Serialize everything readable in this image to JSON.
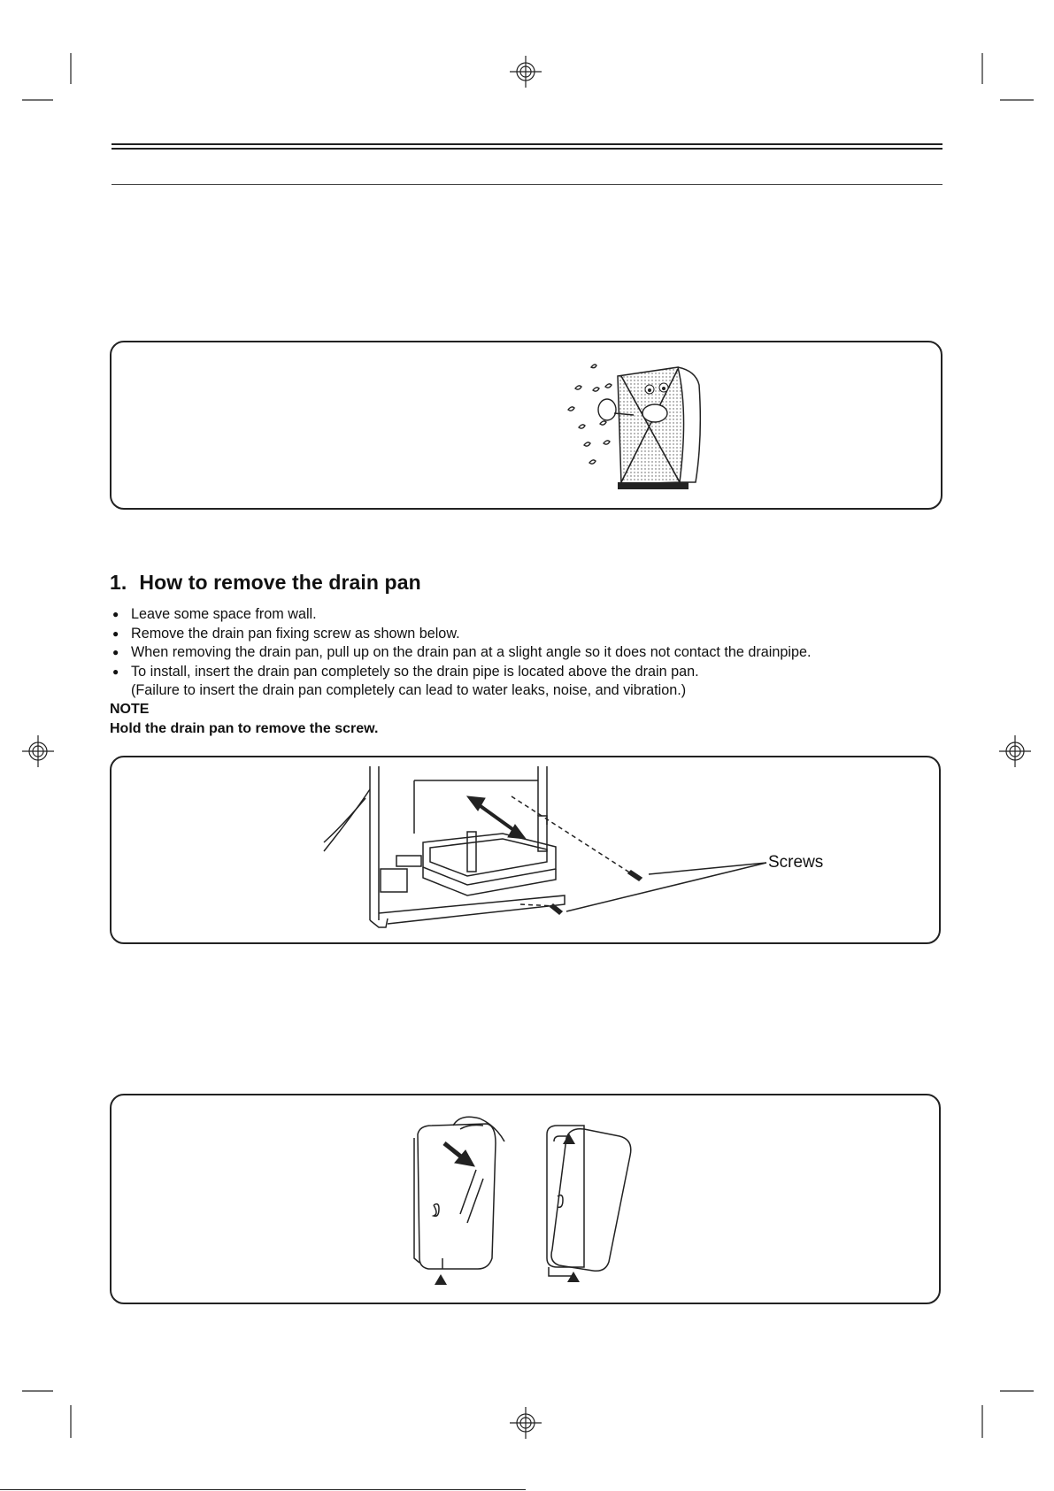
{
  "section": {
    "number": "1.",
    "title": "How to remove the drain pan",
    "bullets": [
      "Leave some space from wall.",
      "Remove the drain pan fixing screw as shown below.",
      "When removing the drain pan, pull up on the drain pan at a slight angle so it does not contact the drainpipe.",
      "To install, insert the drain pan completely so the drain pipe is located above the drain pan."
    ],
    "bullet_continuation": "(Failure to insert the drain pan completely can lead to water leaks, noise, and vibration.)",
    "note_label": "NOTE",
    "note_text": "Hold the drain pan to remove the screw."
  },
  "figure_drain_pan": {
    "callout_label": "Screws"
  },
  "icons": {
    "registration_marks": "crosshair-icon",
    "bullet": "bullet-dot-icon",
    "up_arrow": "triangle-up-icon"
  }
}
